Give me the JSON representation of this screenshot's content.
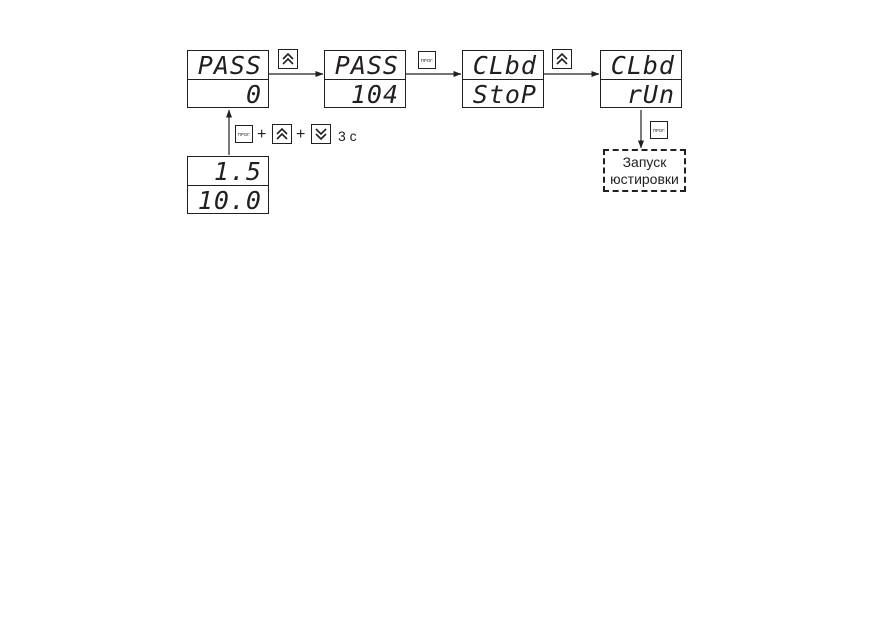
{
  "displays": [
    {
      "id": "pass-entry",
      "top": "PASS",
      "bottom": "0"
    },
    {
      "id": "pass-code",
      "top": "PASS",
      "bottom": "104"
    },
    {
      "id": "clbd-stop",
      "top": "CLbd",
      "bottom": "StoP"
    },
    {
      "id": "clbd-run",
      "top": "CLbd",
      "bottom": "rUn"
    },
    {
      "id": "source",
      "top": "1.5",
      "bottom": "10.0"
    }
  ],
  "keys": {
    "prog_label": "ПРОГ.",
    "up_icon": "double-chevron-up-icon",
    "down_icon": "double-chevron-down-icon"
  },
  "combo": {
    "plus1": "+",
    "plus2": "+",
    "duration": "3 с"
  },
  "result_box": {
    "line1": "Запуск",
    "line2": "юстировки"
  }
}
